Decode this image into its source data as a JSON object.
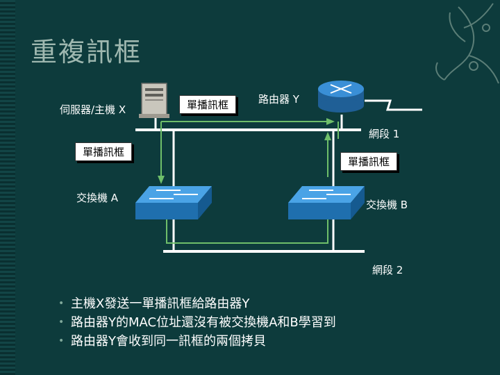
{
  "slide": {
    "title": "重複訊框"
  },
  "diagram": {
    "server_label": "伺服器/主機 X",
    "router_label": "路由器 Y",
    "segment1_label": "網段 1",
    "segment2_label": "網段 2",
    "switch_a_label": "交換機 A",
    "switch_b_label": "交換機 B",
    "frame_top": "單播訊框",
    "frame_left": "單播訊框",
    "frame_right": "單播訊框"
  },
  "bullets": [
    "主機X發送一單播訊框給路由器Y",
    "路由器Y的MAC位址還沒有被交換機A和B學習到",
    "路由器Y會收到同一訊框的兩個拷貝"
  ],
  "colors": {
    "background": "#0d3b3c",
    "device_blue": "#2b7bbf",
    "link_white": "#ffffff",
    "link_green": "#6fbf6a"
  },
  "icons": {
    "server": "server-tower-icon",
    "router": "router-icon",
    "switch": "switch-icon"
  }
}
